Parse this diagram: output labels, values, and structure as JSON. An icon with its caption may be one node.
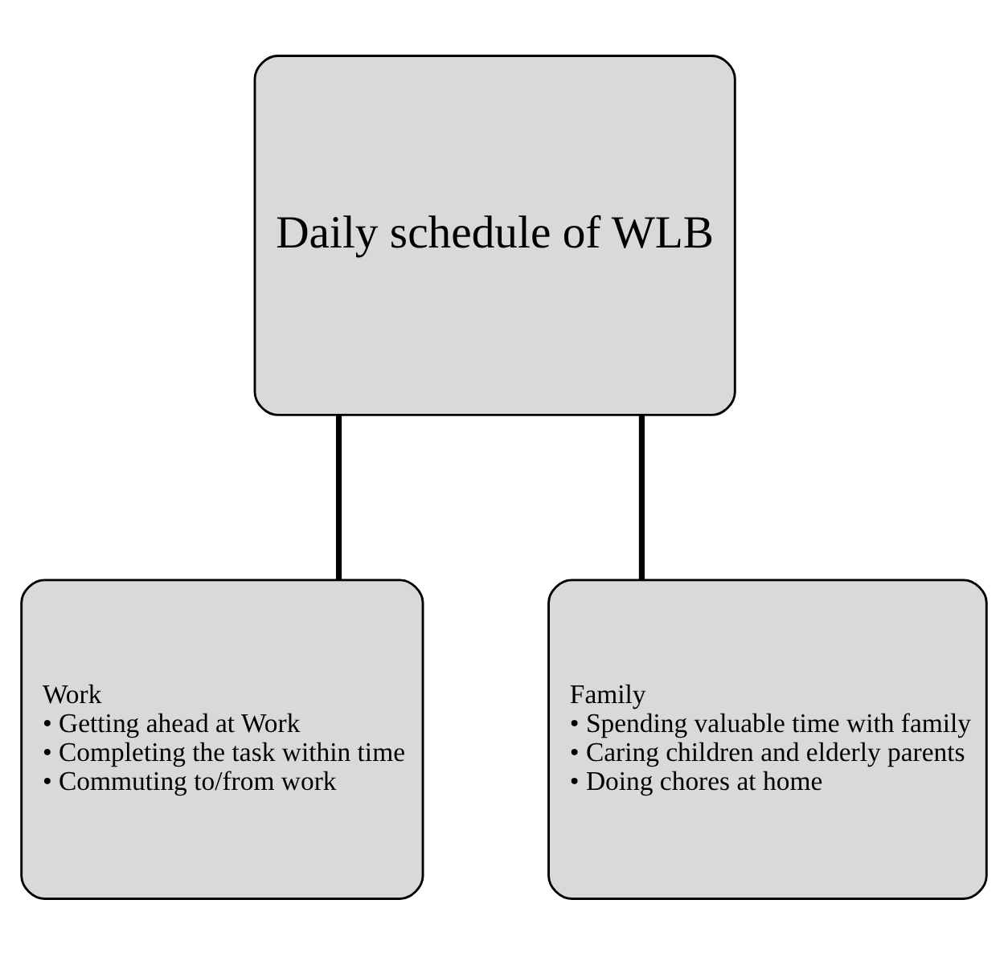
{
  "diagram": {
    "nodes": [
      {
        "text": [
          "Daily schedule of WLB"
        ]
      },
      {
        "text": [
          "Work",
          "• Getting ahead at Work",
          "• Completing the task within time",
          "• Commuting to/from work"
        ]
      },
      {
        "text": [
          "Family",
          "• Spending valuable time with family",
          "• Caring children and elderly parents",
          "• Doing chores at home"
        ]
      }
    ],
    "edges": [
      {
        "from": 0,
        "to": 1,
        "arrow": "none"
      },
      {
        "from": 0,
        "to": 2,
        "arrow": "none"
      }
    ]
  }
}
